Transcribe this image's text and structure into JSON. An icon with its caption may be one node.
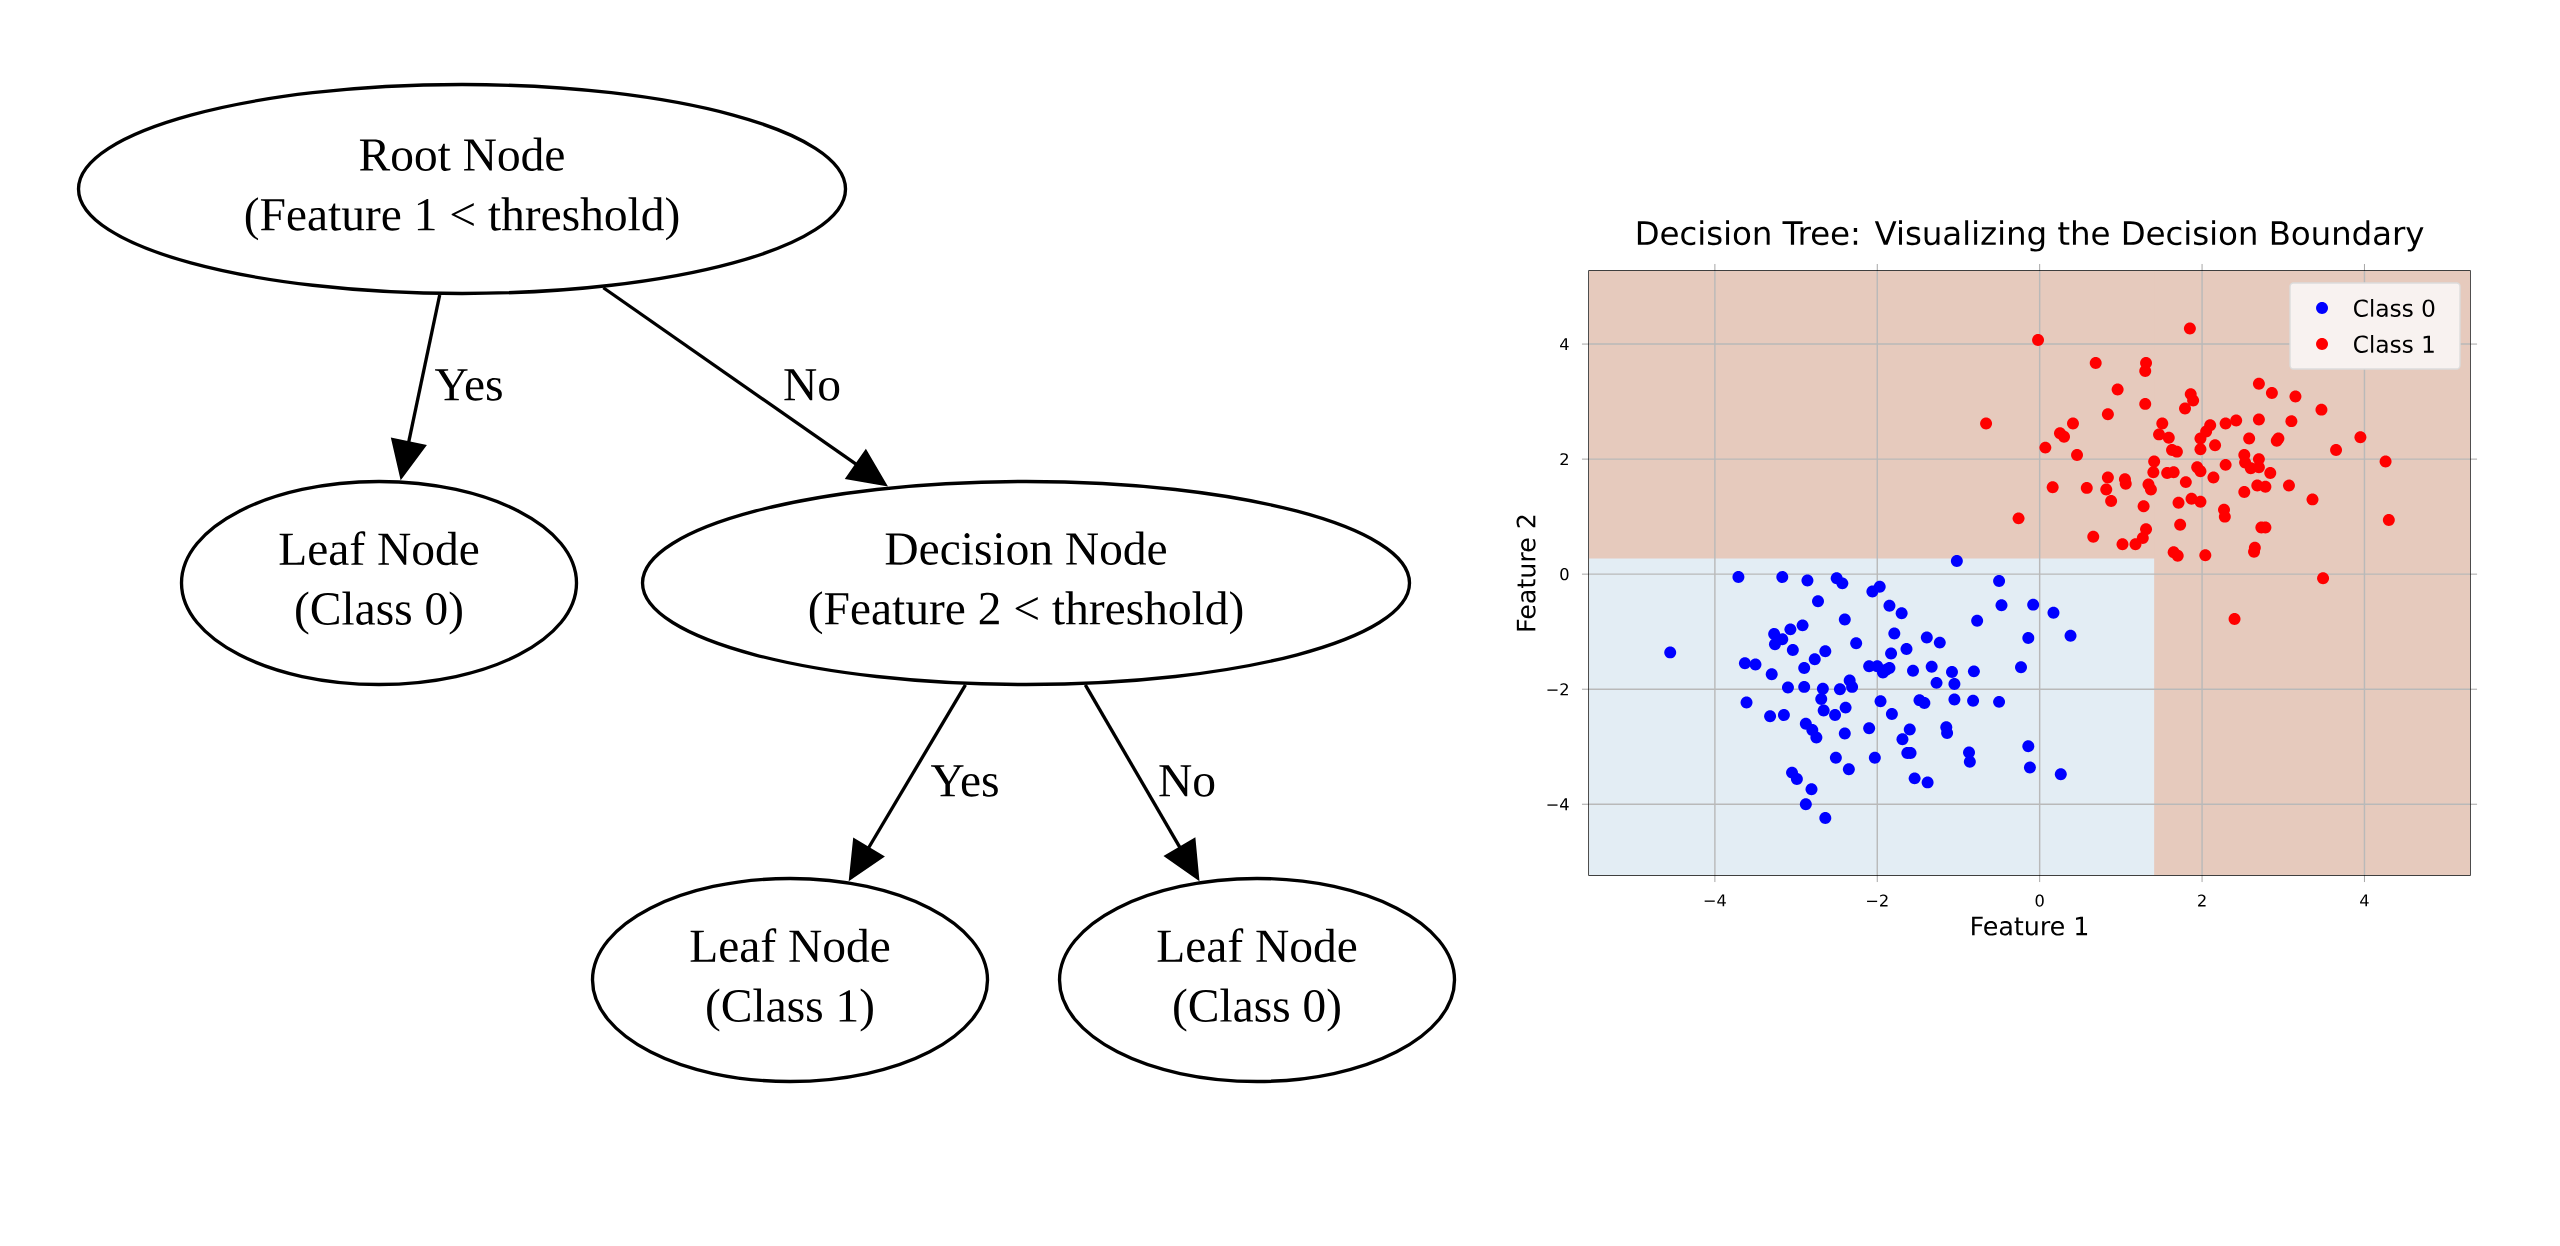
{
  "diagram": {
    "nodes": [
      {
        "text": [
          "Root Node",
          "(Feature 1 < threshold)"
        ]
      },
      {
        "text": [
          "Leaf Node",
          "(Class 0)"
        ]
      },
      {
        "text": [
          "Decision Node",
          "(Feature 2 < threshold)"
        ]
      },
      {
        "text": [
          "Leaf Node",
          "(Class 1)"
        ]
      },
      {
        "text": [
          "Leaf Node",
          "(Class 0)"
        ]
      }
    ],
    "edges": [
      {
        "from": 0,
        "to": 1,
        "arrow": "to",
        "label": "Yes"
      },
      {
        "from": 0,
        "to": 2,
        "arrow": "to",
        "label": "No"
      },
      {
        "from": 2,
        "to": 3,
        "arrow": "to",
        "label": "Yes"
      },
      {
        "from": 2,
        "to": 4,
        "arrow": "to",
        "label": "No"
      }
    ],
    "chart_data": {
      "type": "scatter",
      "title": "Decision Tree: Visualizing the Decision Boundary",
      "xlabel": "Feature 1",
      "ylabel": "Feature 2",
      "xlim": [
        -5.55,
        5.3
      ],
      "ylim": [
        -5.23,
        5.27
      ],
      "xticks": [
        -4,
        -2,
        0,
        2,
        4
      ],
      "yticks": [
        -4,
        -2,
        0,
        2,
        4
      ],
      "grid": true,
      "legend": true,
      "bands": [
        {
          "axis": "y",
          "from": 0.27,
          "to": 5.27,
          "color": "#e6cabd"
        },
        {
          "axis": "x",
          "from": 1.41,
          "to": 5.3,
          "color": "#e6cabd"
        }
      ],
      "series": [
        {
          "name": "Class 0",
          "color": "#0000ff",
          "x": [
            -4.55,
            -3.71,
            -3.17,
            -2.86,
            -2.5,
            -2.43,
            -2.73,
            -2.4,
            -2.06,
            -1.97,
            -1.85,
            -1.7,
            -1.02,
            -0.5,
            -0.47,
            -0.08,
            0.17,
            0.38,
            -0.14,
            -0.77,
            -1.79,
            -1.39,
            -1.23,
            -1.64,
            -2.26,
            -3.27,
            -3.07,
            -2.92,
            -3.26,
            -3.17,
            -3.04,
            -2.64,
            -2.77,
            -3.63,
            -3.5,
            -3.3,
            -2.9,
            -3.61,
            -3.1,
            -2.9,
            -2.67,
            -2.69,
            -3.32,
            -3.15,
            -2.66,
            -2.52,
            -2.39,
            -2.46,
            -2.34,
            -2.31,
            -2.1,
            -2.0,
            -1.93,
            -1.89,
            -1.83,
            -1.85,
            -1.56,
            -1.33,
            -1.08,
            -0.81,
            -1.27,
            -1.05,
            -0.23,
            -1.96,
            -1.82,
            -1.48,
            -1.42,
            -1.05,
            -0.82,
            -0.5,
            -2.88,
            -2.8,
            -2.75,
            -2.4,
            -2.1,
            -1.6,
            -1.15,
            -1.14,
            -1.69,
            -1.63,
            -1.59,
            -2.03,
            -2.51,
            -2.35,
            -0.87,
            -0.86,
            -0.14,
            -0.12,
            0.26,
            -3.05,
            -2.99,
            -2.81,
            -2.88,
            -2.64,
            -1.54,
            -1.38
          ],
          "values": [
            -1.36,
            -0.05,
            -0.05,
            -0.11,
            -0.07,
            -0.16,
            -0.47,
            -0.79,
            -0.3,
            -0.22,
            -0.55,
            -0.68,
            0.23,
            -0.12,
            -0.54,
            -0.53,
            -0.67,
            -1.07,
            -1.11,
            -0.81,
            -1.03,
            -1.1,
            -1.19,
            -1.3,
            -1.2,
            -1.04,
            -0.96,
            -0.89,
            -1.22,
            -1.13,
            -1.32,
            -1.34,
            -1.48,
            -1.55,
            -1.57,
            -1.74,
            -1.63,
            -2.23,
            -1.97,
            -1.96,
            -1.99,
            -2.17,
            -2.47,
            -2.45,
            -2.37,
            -2.45,
            -2.32,
            -2.0,
            -1.85,
            -1.96,
            -1.6,
            -1.6,
            -1.71,
            -1.66,
            -1.38,
            -1.63,
            -1.68,
            -1.61,
            -1.7,
            -1.69,
            -1.89,
            -1.91,
            -1.62,
            -2.21,
            -2.43,
            -2.19,
            -2.24,
            -2.18,
            -2.2,
            -2.22,
            -2.6,
            -2.71,
            -2.84,
            -2.77,
            -2.68,
            -2.7,
            -2.66,
            -2.76,
            -2.87,
            -3.11,
            -3.11,
            -3.19,
            -3.19,
            -3.39,
            -3.1,
            -3.26,
            -2.99,
            -3.36,
            -3.48,
            -3.45,
            -3.56,
            -3.74,
            -4.0,
            -4.24,
            -3.55,
            -3.62
          ]
        },
        {
          "name": "Class 1",
          "color": "#ff0000",
          "x": [
            -0.02,
            1.85,
            0.69,
            1.31,
            1.3,
            0.96,
            1.86,
            1.89,
            2.7,
            2.86,
            3.15,
            3.47,
            1.79,
            1.3,
            0.84,
            -0.66,
            0.41,
            0.25,
            0.3,
            0.07,
            0.46,
            1.51,
            1.47,
            1.59,
            1.63,
            1.69,
            2.1,
            2.05,
            1.98,
            1.98,
            2.16,
            2.29,
            2.42,
            2.7,
            2.58,
            2.92,
            2.94,
            3.1,
            3.95,
            3.65,
            4.26,
            4.3,
            1.41,
            1.4,
            1.57,
            1.65,
            1.94,
            1.98,
            2.14,
            2.29,
            2.52,
            2.53,
            2.6,
            2.7,
            2.7,
            2.84,
            3.07,
            2.78,
            2.68,
            2.52,
            3.36,
            0.84,
            1.05,
            1.06,
            1.34,
            1.37,
            1.8,
            0.58,
            0.82,
            0.16,
            0.88,
            1.28,
            1.71,
            1.87,
            1.98,
            2.27,
            2.28,
            -0.26,
            1.31,
            1.73,
            2.73,
            2.78,
            0.66,
            1.02,
            1.18,
            1.27,
            1.65,
            1.7,
            2.04,
            2.64,
            2.65,
            3.49,
            2.4
          ],
          "values": [
            4.07,
            4.27,
            3.67,
            3.67,
            3.53,
            3.21,
            3.13,
            3.02,
            3.31,
            3.15,
            3.09,
            2.86,
            2.88,
            2.96,
            2.78,
            2.62,
            2.62,
            2.45,
            2.39,
            2.2,
            2.07,
            2.62,
            2.43,
            2.37,
            2.16,
            2.13,
            2.59,
            2.48,
            2.36,
            2.17,
            2.24,
            2.62,
            2.67,
            2.69,
            2.36,
            2.32,
            2.36,
            2.66,
            2.38,
            2.16,
            1.96,
            0.94,
            1.96,
            1.77,
            1.76,
            1.77,
            1.86,
            1.79,
            1.68,
            1.9,
            2.07,
            1.94,
            1.84,
            2.0,
            1.86,
            1.76,
            1.54,
            1.52,
            1.54,
            1.43,
            1.3,
            1.68,
            1.65,
            1.57,
            1.56,
            1.47,
            1.6,
            1.5,
            1.47,
            1.51,
            1.27,
            1.18,
            1.24,
            1.31,
            1.26,
            1.12,
            1.0,
            0.97,
            0.78,
            0.86,
            0.81,
            0.81,
            0.65,
            0.52,
            0.52,
            0.63,
            0.38,
            0.32,
            0.33,
            0.39,
            0.46,
            -0.07,
            -0.78
          ]
        }
      ]
    }
  }
}
